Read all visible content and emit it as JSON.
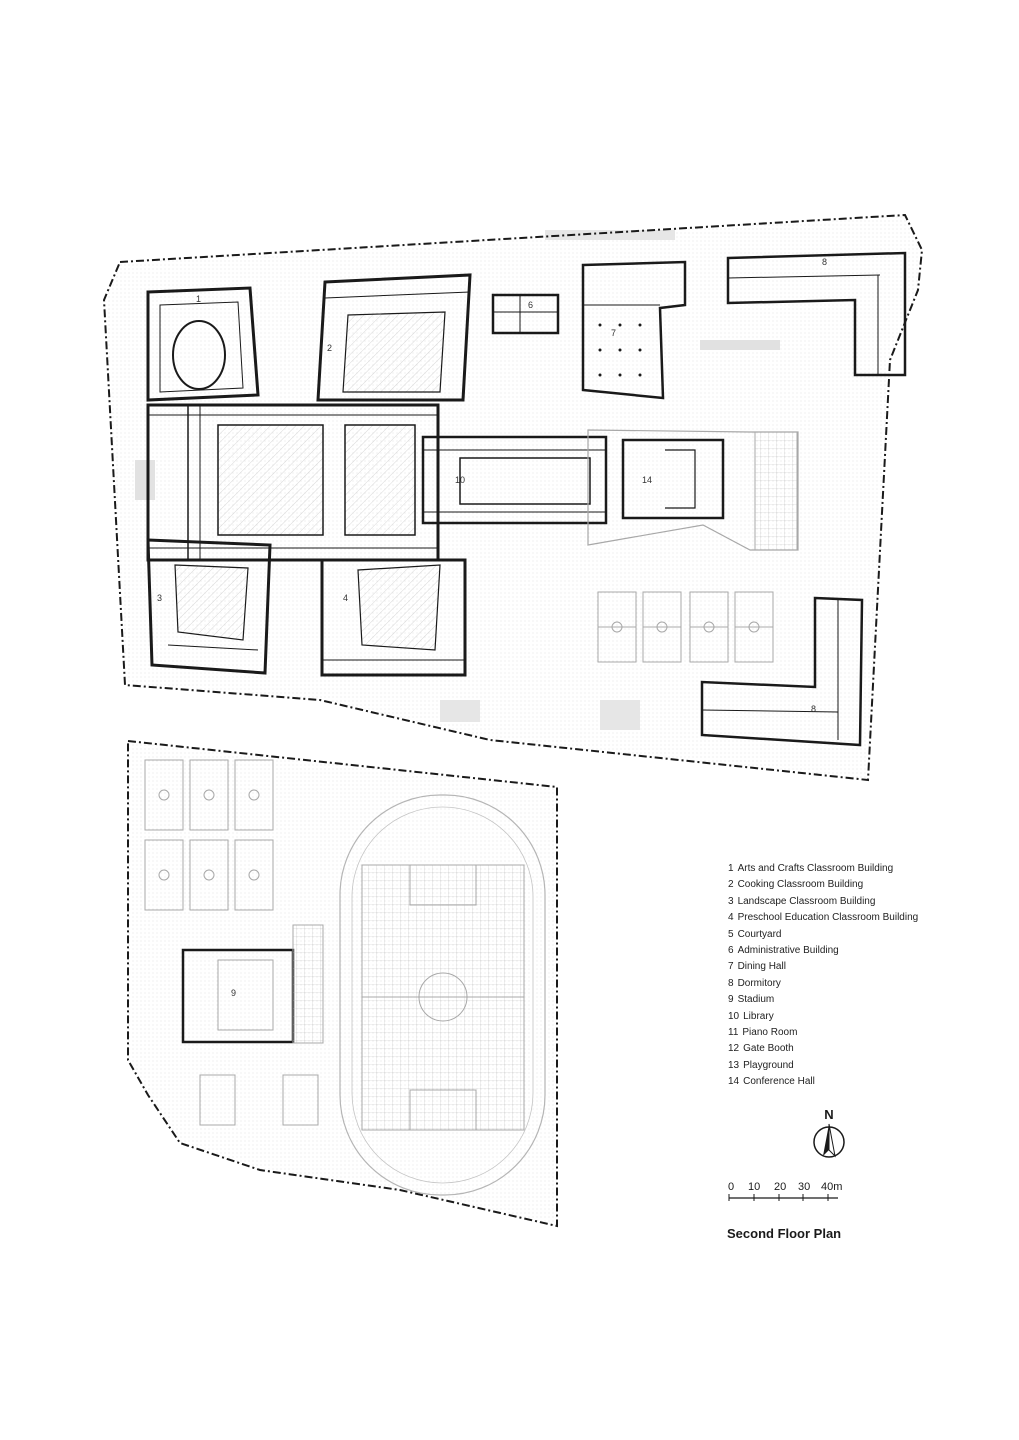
{
  "title": "Second Floor Plan",
  "north": {
    "label": "N",
    "icon": "north-arrow-icon"
  },
  "scale_bar": {
    "labels": [
      "0",
      "10",
      "20",
      "30",
      "40m"
    ],
    "icon": "scale-bar-icon"
  },
  "legend": [
    {
      "num": "1",
      "label": "Arts and Crafts Classroom Building"
    },
    {
      "num": "2",
      "label": "Cooking Classroom Building"
    },
    {
      "num": "3",
      "label": "Landscape Classroom Building"
    },
    {
      "num": "4",
      "label": "Preschool Education Classroom Building"
    },
    {
      "num": "5",
      "label": "Courtyard"
    },
    {
      "num": "6",
      "label": "Administrative Building"
    },
    {
      "num": "7",
      "label": "Dining Hall"
    },
    {
      "num": "8",
      "label": "Dormitory"
    },
    {
      "num": "9",
      "label": "Stadium"
    },
    {
      "num": "10",
      "label": "Library"
    },
    {
      "num": "11",
      "label": "Piano Room"
    },
    {
      "num": "12",
      "label": "Gate Booth"
    },
    {
      "num": "13",
      "label": "Playground"
    },
    {
      "num": "14",
      "label": "Conference Hall"
    }
  ],
  "plan_labels": {
    "b1": "1",
    "b2": "2",
    "b3": "3",
    "b4": "4",
    "b6": "6",
    "b7": "7",
    "b8a": "8",
    "b8b": "8",
    "b9": "9",
    "b10": "10",
    "b14": "14"
  },
  "colors": {
    "line": "#1a1a1a",
    "hatch": "#d4d4d4",
    "light": "#a8a8a8"
  }
}
